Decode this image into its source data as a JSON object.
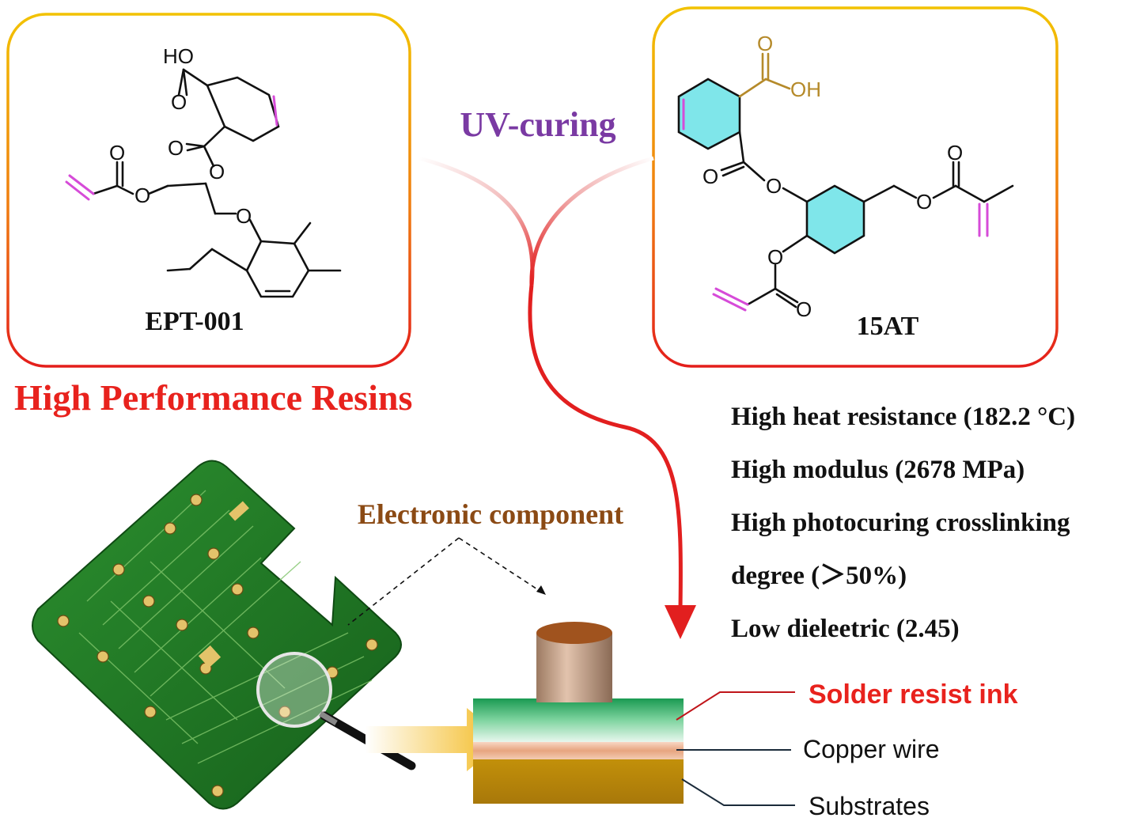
{
  "title": "High Performance Resins",
  "process_label": "UV-curing",
  "molecules": [
    {
      "name": "EPT-001"
    },
    {
      "name": "15AT"
    }
  ],
  "properties": [
    "High heat resistance (182.2 °C)",
    "High modulus (2678 MPa)",
    "High photocuring crosslinking",
    "degree (＞50%)",
    "Low dieleetric (2.45)"
  ],
  "electronic_component_label": "Electronic component",
  "layers": {
    "solder": "Solder resist ink",
    "copper": "Copper wire",
    "substrate": "Substrates"
  },
  "atom_labels": {
    "hydroxyl": "HO",
    "oxygen": "O",
    "acid": "OH"
  },
  "colors": {
    "red": "#e8221d",
    "purple": "#7a3aa3",
    "brown": "#8b4a14",
    "magenta": "#d64bd8",
    "cyan": "#7fe6ea",
    "pcb_green": "#1f7a24",
    "gold_atoms": "#b58a2a"
  }
}
